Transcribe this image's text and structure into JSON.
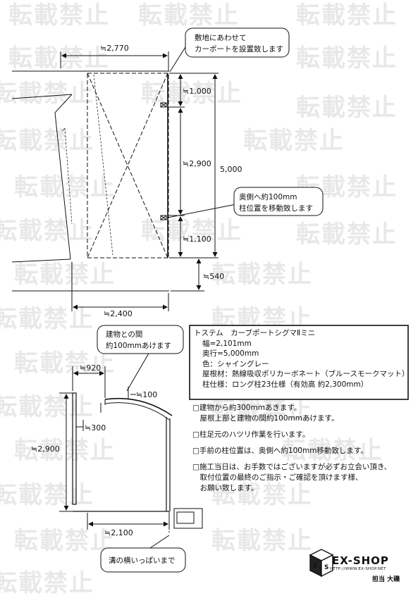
{
  "watermark": "転載禁止",
  "plan_view": {
    "callout_top": [
      "敷地にあわせて",
      "カーポートを設置致します"
    ],
    "callout_right": [
      "奥側へ約100mm",
      "柱位置を移動致します"
    ],
    "dims": {
      "top_width": "≒2,770",
      "seg1": "≒1,000",
      "seg2": "≒2,900",
      "seg3": "≒1,100",
      "total": "5,000",
      "extra": "≒540",
      "bottom_width": "≒2,400"
    }
  },
  "side_view": {
    "callout_top": [
      "建物との間",
      "約100mmあけます"
    ],
    "callout_bottom": "溝の横いっぱいまで",
    "dims": {
      "overhang": "≒920",
      "gap": "≒100",
      "post": "≒300",
      "height": "≒2,900",
      "depth": "≒2,100"
    }
  },
  "spec_box": {
    "title": "トステム　カーブポートシグマⅡミニ",
    "lines": [
      "幅=2,101mm",
      "奥行=5,000mm",
      "色：シャイングレー",
      "屋根材：熱線吸収ポリカーボネート（ブルースモークマット）",
      "柱仕様：ロング柱23仕様（有効高 約2,300mm）"
    ]
  },
  "notes": [
    [
      "□建物から約300mmあきます。",
      "　屋根上部と建物の間約100mmあけます。"
    ],
    [
      "□柱足元のハツリ作業を行います。"
    ],
    [
      "□手前の柱位置は、奥側へ約100mm移動致します。"
    ],
    [
      "□施工当日は、お手数ではございますが必ずお立会い頂き、",
      "　取付位置の最終のご指示・ご確認を頂けます様、",
      "　お願い致します。"
    ]
  ],
  "logo": {
    "brand": "EX-SHOP",
    "url": "HTTP://WWW.EX-SHOP.NET",
    "staff": "担当 大磯"
  }
}
